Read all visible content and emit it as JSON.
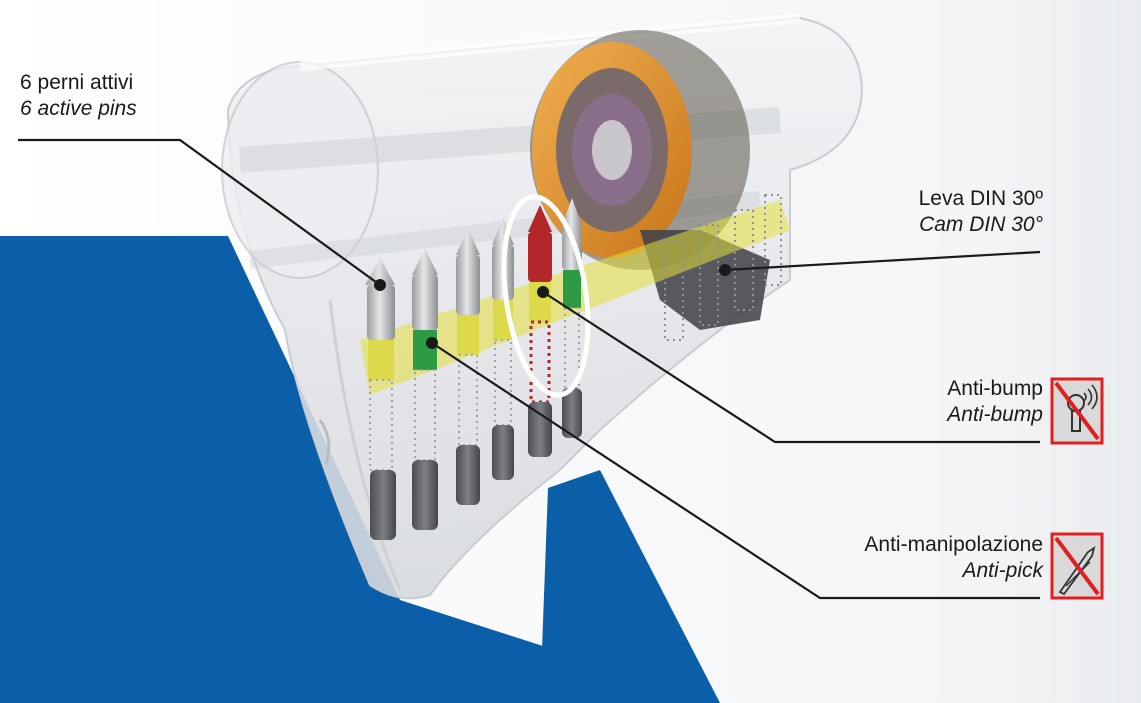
{
  "colors": {
    "accent_blue": "#0a5fa8",
    "badge_red": "#e02020",
    "pin_yellow": "#e3e03a",
    "pin_green": "#2e9a44",
    "pin_red": "#b3262a",
    "cam_orange": "#e8962e"
  },
  "labels": {
    "pins": {
      "it": "6 perni attivi",
      "en": "6 active pins"
    },
    "cam": {
      "it": "Leva DIN 30º",
      "en": "Cam DIN 30°"
    },
    "bump": {
      "it": "Anti-bump",
      "en": "Anti-bump"
    },
    "pick": {
      "it": "Anti-manipolazione",
      "en": "Anti-pick"
    }
  },
  "icons": {
    "bump": "anti-bump-icon",
    "pick": "anti-pick-icon"
  }
}
